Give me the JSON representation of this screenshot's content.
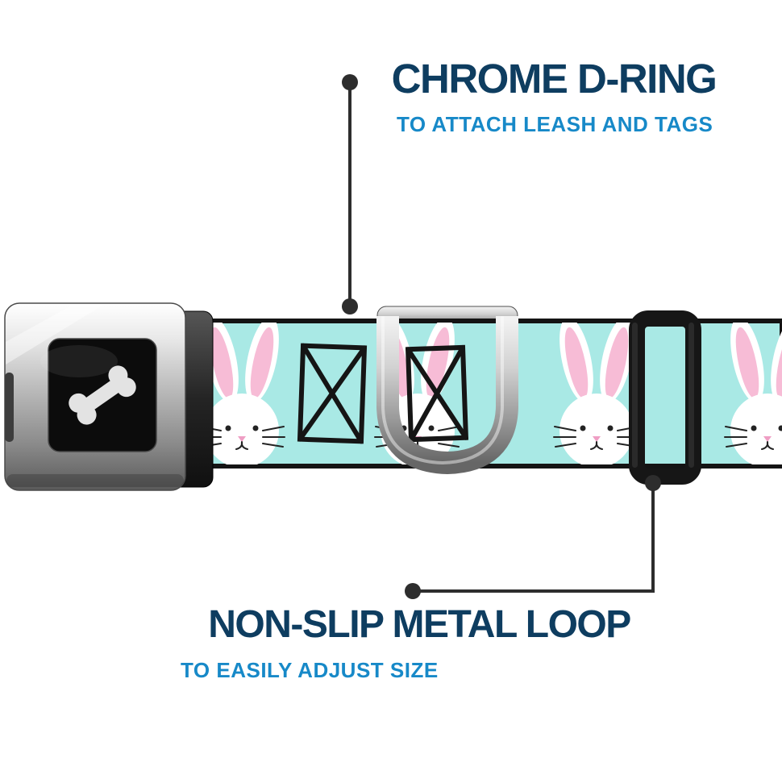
{
  "annotations": {
    "top": {
      "title": "CHROME D-RING",
      "subtitle": "TO ATTACH LEASH AND TAGS"
    },
    "bottom": {
      "title": "NON-SLIP METAL LOOP",
      "subtitle": "TO EASILY ADJUST SIZE"
    }
  },
  "icons": {
    "buckle_logo": "bone-icon"
  },
  "colors": {
    "title_navy": "#0e3d60",
    "subtitle_blue": "#1789c8",
    "callout_line": "#2d2d2d",
    "strap_aqua": "#a9e9e5",
    "bunny_white": "#ffffff",
    "bunny_pink": "#f7bcd6",
    "hardware_black": "#161616",
    "chrome_light": "#f2f2f2",
    "chrome_dark": "#5f5f5f"
  }
}
